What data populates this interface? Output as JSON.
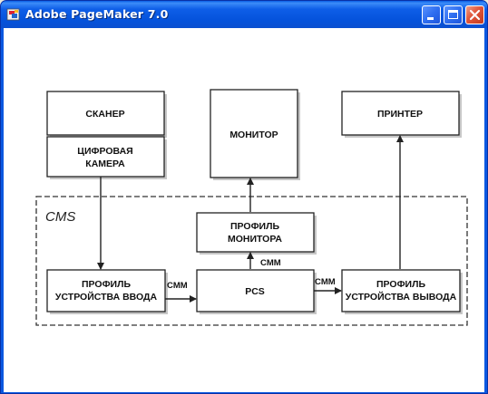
{
  "window": {
    "title": "Adobe PageMaker 7.0",
    "app_icon": "pagemaker-icon",
    "buttons": {
      "minimize": "minimize-icon",
      "maximize": "maximize-icon",
      "close": "close-icon"
    }
  },
  "diagram": {
    "region_label": "CMS",
    "boxes": {
      "scanner": [
        "СКАНЕР"
      ],
      "camera": [
        "ЦИФРОВАЯ",
        "КАМЕРА"
      ],
      "monitor": [
        "МОНИТОР"
      ],
      "printer": [
        "ПРИНТЕР"
      ],
      "monitor_profile": [
        "ПРОФИЛЬ",
        "МОНИТОРА"
      ],
      "input_profile": [
        "ПРОФИЛЬ",
        "УСТРОЙСТВА ВВОДА"
      ],
      "pcs": [
        "PCS"
      ],
      "output_profile": [
        "ПРОФИЛЬ",
        "УСТРОЙСТВА ВЫВОДА"
      ]
    },
    "arrow_labels": {
      "input_to_pcs": "CMM",
      "pcs_to_monitor": "CMM",
      "pcs_to_output": "CMM"
    }
  }
}
